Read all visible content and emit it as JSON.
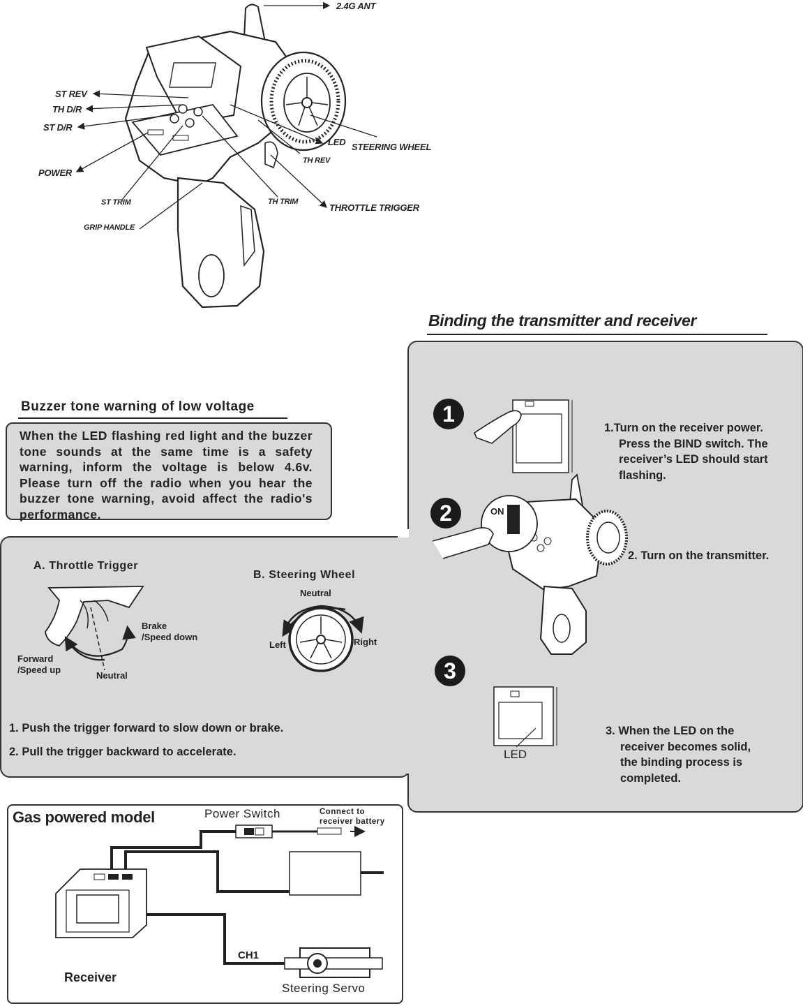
{
  "transmitter_labels": {
    "antenna": "2.4G   ANT",
    "st_rev": "ST REV",
    "th_dr": "TH D/R",
    "st_dr": "ST D/R",
    "power": "POWER",
    "st_trim": "ST TRIM",
    "grip_handle": "GRIP HANDLE",
    "led": "LED",
    "steering_wheel": "STEERING   WHEEL",
    "th_rev": "TH REV",
    "th_trim": "TH TRIM",
    "throttle_trigger": "THROTTLE   TRIGGER"
  },
  "binding": {
    "title": "Binding the transmitter and receiver",
    "steps": [
      {
        "num": "1",
        "lines": [
          "1.Turn on the receiver power.",
          "Press the BIND switch. The",
          "receiver’s LED should start",
          "flashing."
        ]
      },
      {
        "num": "2",
        "lines": [
          "2. Turn on the transmitter."
        ],
        "switch_label": "ON"
      },
      {
        "num": "3",
        "lines": [
          "3. When the LED on the",
          "receiver becomes solid,",
          "the binding process is",
          "completed."
        ],
        "led_label": "LED"
      }
    ]
  },
  "buzzer": {
    "title": "Buzzer tone warning of low voltage",
    "body": "When the LED flashing red light and the buzzer tone sounds at the same time is a safety warning, inform the voltage is below 4.6v. Please turn off the radio when you hear the buzzer tone warning, avoid affect the radio's performance."
  },
  "controls": {
    "throttle": {
      "title": "A. Throttle  Trigger",
      "brake": [
        "Brake",
        "/Speed down"
      ],
      "forward": [
        "Forward",
        "/Speed up"
      ],
      "neutral": "Neutral"
    },
    "steering": {
      "title": "B. Steering  Wheel",
      "neutral": "Neutral",
      "left": "Left",
      "right": "Right"
    },
    "instructions": [
      "1. Push the trigger forward to slow down or brake.",
      "2. Pull the trigger backward to accelerate."
    ]
  },
  "gas_model": {
    "title": "Gas powered model",
    "power_switch": "Power  Switch",
    "connect": [
      "Connect  to",
      "receiver  battery"
    ],
    "ch1": "CH1",
    "receiver": "Receiver",
    "servo": "Steering  Servo"
  }
}
